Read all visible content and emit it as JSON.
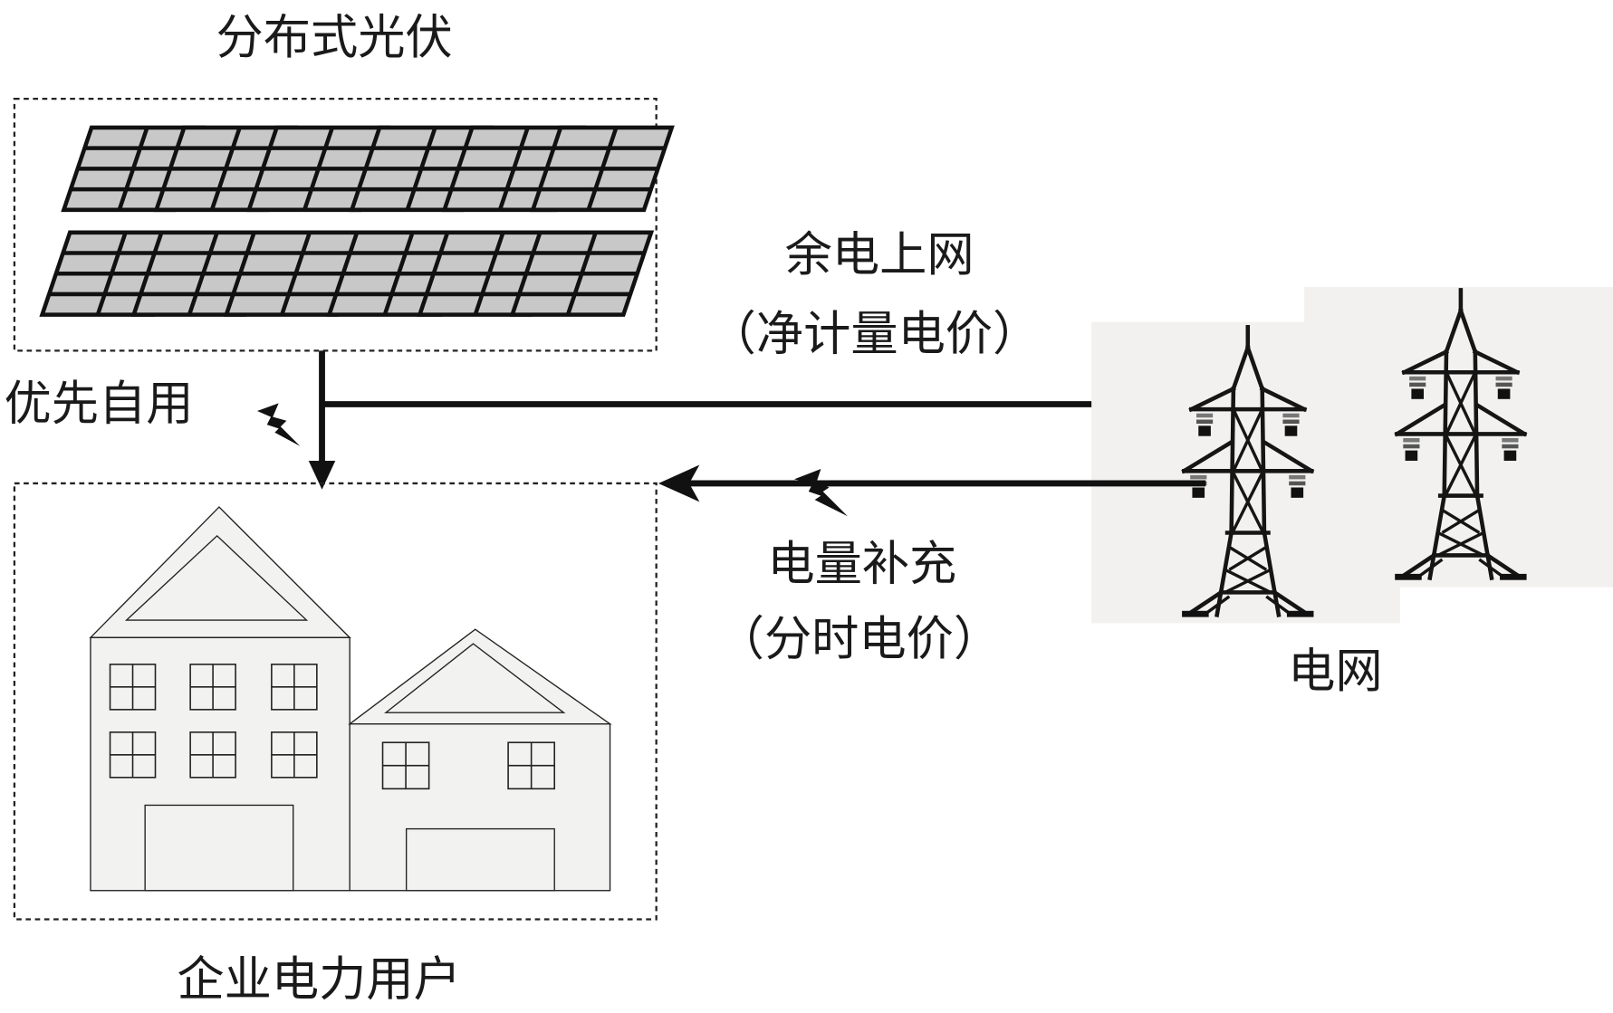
{
  "diagram": {
    "pv_title": "分布式光伏",
    "self_use_label": "优先自用",
    "export_label": "余电上网",
    "export_pricing": "（净计量电价）",
    "supply_label": "电量补充",
    "supply_pricing": "（分时电价）",
    "grid_label": "电网",
    "user_label": "企业电力用户",
    "icons": {
      "solar_panel": "solar-panel-icon",
      "lightning": "lightning-bolt-icon",
      "tower": "transmission-tower-icon",
      "building": "building-icon"
    },
    "colors": {
      "panel_fill": "#c8c8c8",
      "building_fill": "#f2f2f0",
      "grid_bg": "#f3f1ef",
      "ink": "#111111"
    }
  }
}
